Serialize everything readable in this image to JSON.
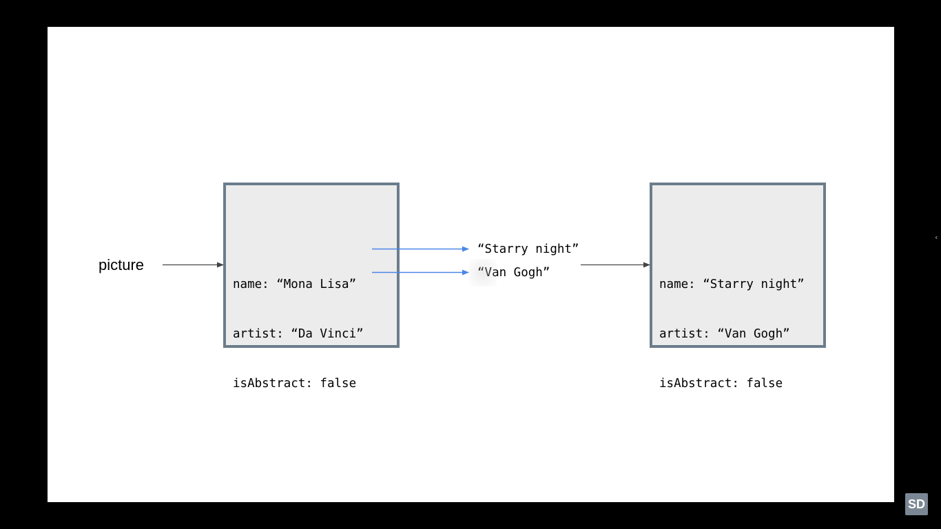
{
  "diagram": {
    "variable_label": "picture",
    "left_object": {
      "lines": [
        "name: “Mona Lisa”",
        "artist: “Da Vinci”",
        "isAbstract: false"
      ]
    },
    "new_values": {
      "name": "“Starry night”",
      "artist": "“Van Gogh”"
    },
    "right_object": {
      "lines": [
        "name: “Starry night”",
        "artist: “Van Gogh”",
        "isAbstract: false"
      ]
    },
    "colors": {
      "box_fill": "#ececec",
      "box_border": "#6b7d8c",
      "reassign_arrow": "#4a86e8",
      "reference_arrow": "#444444"
    }
  },
  "overlay": {
    "badge_text": "SD",
    "chevron_icon": "chevron-left-icon"
  }
}
